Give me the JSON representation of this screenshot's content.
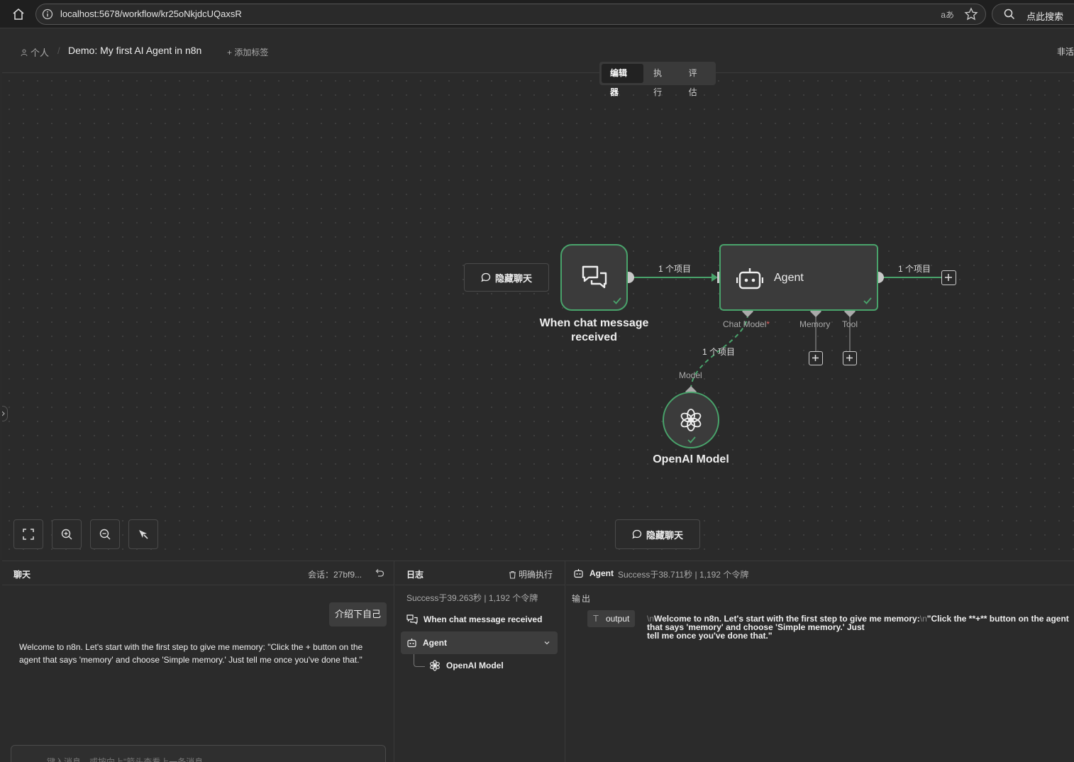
{
  "browser": {
    "url": "localhost:5678/workflow/kr25oNkjdcUQaxsR",
    "translate_label": "aあ",
    "search_label": "点此搜索"
  },
  "header": {
    "breadcrumb_personal": "个人",
    "breadcrumb_sep": "/",
    "workflow_title": "Demo: My first AI Agent in n8n",
    "add_tag": "+ 添加标签",
    "right_text": "非活"
  },
  "tabs": [
    {
      "label": "编辑器",
      "active": true
    },
    {
      "label": "执行",
      "active": false
    },
    {
      "label": "评估",
      "active": false
    }
  ],
  "canvas": {
    "hide_chat_label": "隐藏聊天",
    "nodes": {
      "trigger": {
        "name": "When chat message received"
      },
      "agent": {
        "name": "Agent"
      },
      "openai": {
        "name": "OpenAI Model"
      }
    },
    "connection_labels": {
      "trigger_to_agent": "1 个项目",
      "agent_out": "1 个项目",
      "model_to_agent": "1 个项目"
    },
    "ports": {
      "chat_model": "Chat Model",
      "required_mark": "*",
      "memory": "Memory",
      "tool": "Tool",
      "model": "Model"
    }
  },
  "chat": {
    "title": "聊天",
    "session": "会话：27bf9...",
    "user_message": "介绍下自己",
    "bot_message": "Welcome to n8n. Let's start with the first step to give me memory: \"Click the + button on the agent that says 'memory' and choose 'Simple memory.' Just tell me once you've done that.\"",
    "input_placeholder": "键入消息，或按向上\"箭头查看上一条消息"
  },
  "logs": {
    "title": "日志",
    "clear_label": "明确执行",
    "summary": "Success于39.263秒  |  1,192 个令牌",
    "items": [
      {
        "name": "When chat message received"
      },
      {
        "name": "Agent"
      },
      {
        "name": "OpenAI Model"
      }
    ]
  },
  "output": {
    "node_name": "Agent",
    "summary": "Success于38.711秒  |  1,192 个令牌",
    "section_label": "输出",
    "key": "output",
    "newline_marker": "\\n",
    "value_part1": "Welcome to n8n. Let's start with the first step to give me memory:",
    "value_part2": "\"Click the **+** button on the agent that says 'memory' and choose 'Simple memory.' Just",
    "value_part3": "tell me once you've done that.\""
  },
  "colors": {
    "node_border": "#49a36b",
    "background": "#2b2b2b"
  }
}
